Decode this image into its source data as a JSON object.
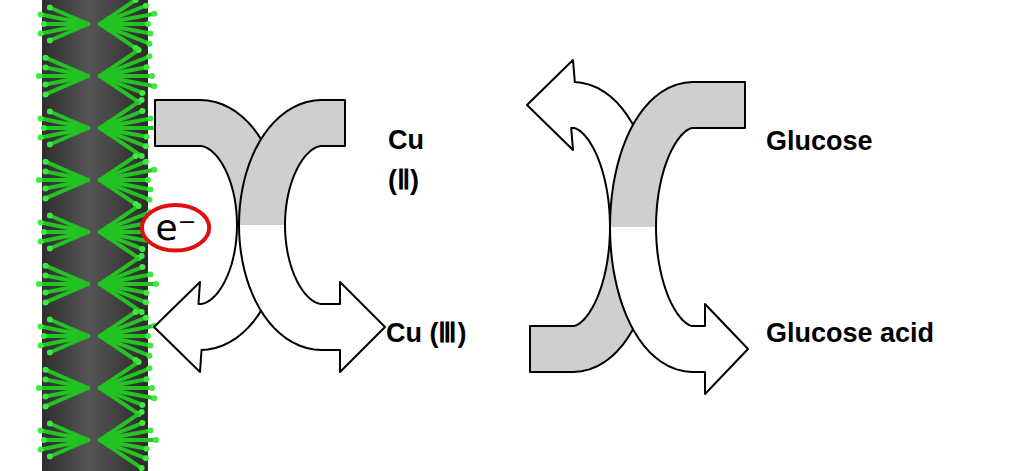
{
  "diagram": {
    "nodes": [
      {
        "text": [
          "e⁻"
        ]
      }
    ],
    "labels": [
      "Cu (Ⅱ)",
      "Cu (Ⅲ)",
      "Glucose",
      "Glucose acid"
    ]
  }
}
